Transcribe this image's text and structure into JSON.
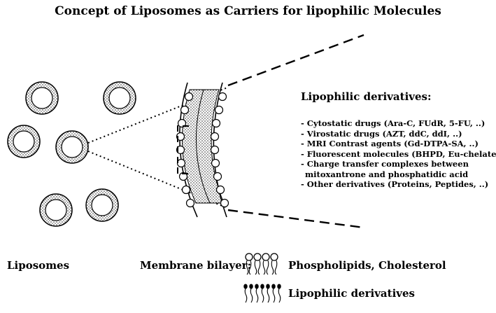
{
  "title": "Concept of Liposomes as Carriers for lipophilic Molecules",
  "derivatives": {
    "heading": "Lipophilic derivatives:",
    "items": [
      "- Cytostatic drugs (Ara-C, FUdR, 5-FU, ..)",
      "- Virostatic drugs (AZT,  ddC, ddI, ..)",
      "- MRI Contrast agents (Gd-DTPA-SA, ..)",
      "- Fluorescent molecules (BHPD, Eu-chelates, ..)",
      "- Charge transfer complexes between",
      "  mitoxantrone and phosphatidic acid",
      "- Other derivatives (Proteins, Peptides, ..)"
    ]
  },
  "legend": {
    "liposomes": "Liposomes",
    "membrane_bilayer": "Membrane bilayer:",
    "phospholipids": "Phospholipids, Cholesterol",
    "lipophilic": "Lipophilic derivatives"
  }
}
